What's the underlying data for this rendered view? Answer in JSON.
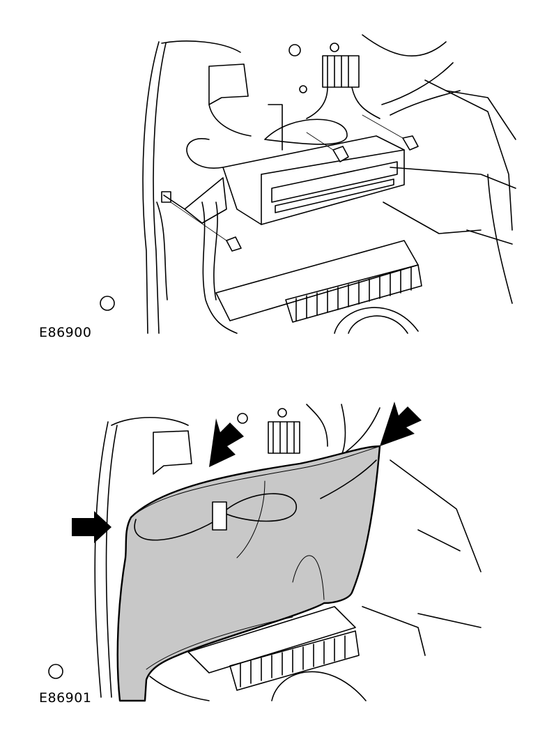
{
  "figures": [
    {
      "label": "E86900",
      "step": "remove-bolts"
    },
    {
      "label": "E86901",
      "step": "remove-insulation-cover"
    }
  ],
  "colors": {
    "line": "#000000",
    "cover_fill": "#c8c8c8",
    "arrow_fill": "#000000",
    "background": "#ffffff"
  },
  "icons": {
    "arrow": "solid-arrow-icon",
    "bolt": "bolt-icon"
  }
}
